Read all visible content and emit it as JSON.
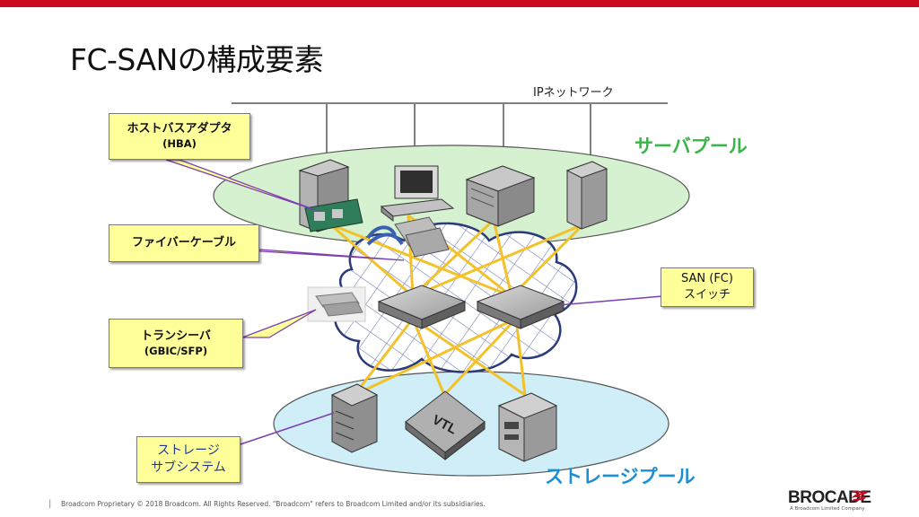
{
  "slide": {
    "title": "FC-SANの構成要素",
    "ip_network_label": "IPネットワーク",
    "server_pool_label": "サーバプール",
    "storage_pool_label": "ストレージプール",
    "vtl_label": "VTL"
  },
  "callouts": {
    "hba_line1": "ホストバスアダプタ",
    "hba_line2": "(HBA)",
    "fiber": "ファイバーケーブル",
    "transceiver_line1": "トランシーバ",
    "transceiver_line2": "(GBIC/SFP)",
    "storage_line1": "ストレージ",
    "storage_line2": "サブシステム",
    "switch_line1": "SAN (FC)",
    "switch_line2": "スイッチ"
  },
  "footer": {
    "separator": "|",
    "copyright": "Broadcom Proprietary  © 2018 Broadcom.  All Rights Reserved.  \"Broadcom\" refers to Broadcom Limited  and/or its subsidiaries.",
    "brand": "BROCADE",
    "brand_sub": "A Broadcom Limited Company"
  },
  "colors": {
    "accent_red": "#cc0a1f",
    "server_pool_text": "#3ab54a",
    "storage_pool_text": "#1b8fd6",
    "server_pool_fill": "#d6f1cf",
    "storage_pool_fill": "#cfeef7",
    "fc_link": "#f3c12a",
    "callout_fill": "#ffff99",
    "leader_line": "#7b3fb0"
  }
}
